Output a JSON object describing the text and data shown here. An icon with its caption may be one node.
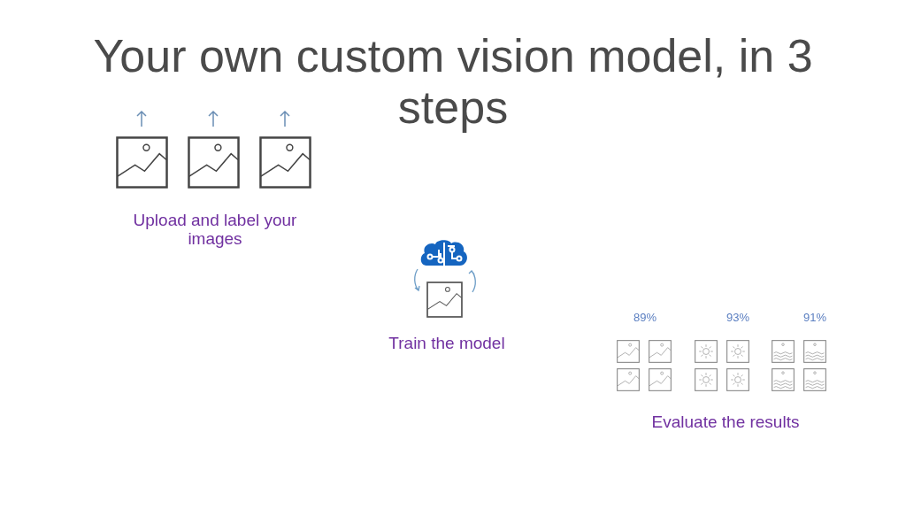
{
  "diagram": {
    "title": "Your own custom vision model, in 3 steps",
    "labels": [
      "Upload and label your images",
      "Train the model",
      "89%",
      "93%",
      "91%",
      "Evaluate the results"
    ]
  }
}
